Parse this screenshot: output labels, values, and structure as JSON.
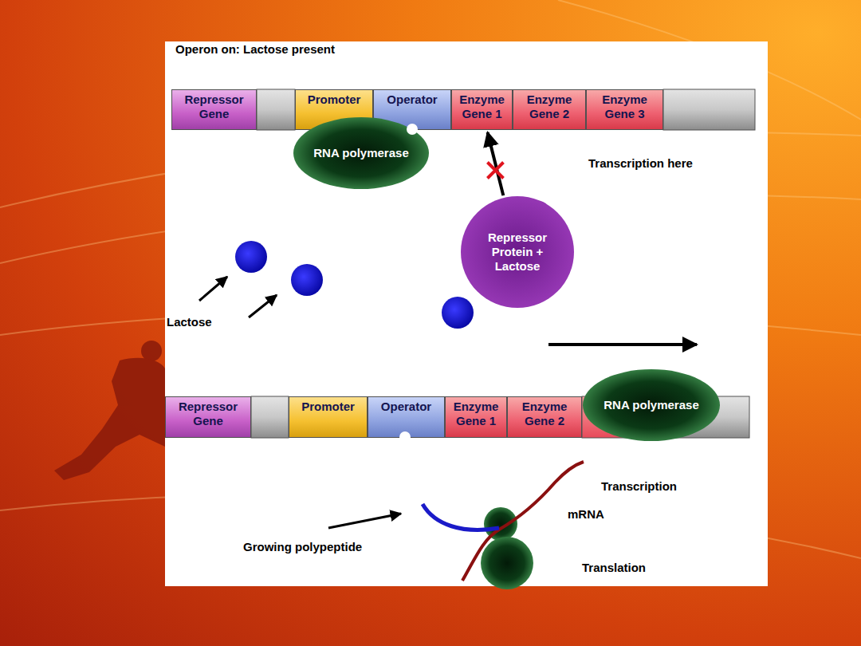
{
  "diagram": {
    "title": "Operon on: Lactose present",
    "nodes": [
      {
        "text": [
          "Repressor Gene"
        ]
      },
      {
        "text": [
          "Promoter"
        ]
      },
      {
        "text": [
          "Operator"
        ]
      },
      {
        "text": [
          "Enzyme Gene 1"
        ]
      },
      {
        "text": [
          "Enzyme Gene 2"
        ]
      },
      {
        "text": [
          "Enzyme Gene 3"
        ]
      },
      {
        "text": [
          "RNA polymerase"
        ]
      },
      {
        "text": [
          "Repressor Protein + Lactose"
        ]
      },
      {
        "text": [
          "Repressor Gene"
        ]
      },
      {
        "text": [
          "Promoter"
        ]
      },
      {
        "text": [
          "Operator"
        ]
      },
      {
        "text": [
          "Enzyme Gene 1"
        ]
      },
      {
        "text": [
          "Enzyme Gene 2"
        ]
      },
      {
        "text": [
          "RNA polymerase"
        ]
      }
    ],
    "edges": [
      {
        "from": 7,
        "to": 3,
        "arrow": "to"
      }
    ],
    "labels": [
      "Transcription here",
      "Lactose",
      "Transcription",
      "mRNA",
      "Growing polypeptide",
      "Translation"
    ]
  }
}
